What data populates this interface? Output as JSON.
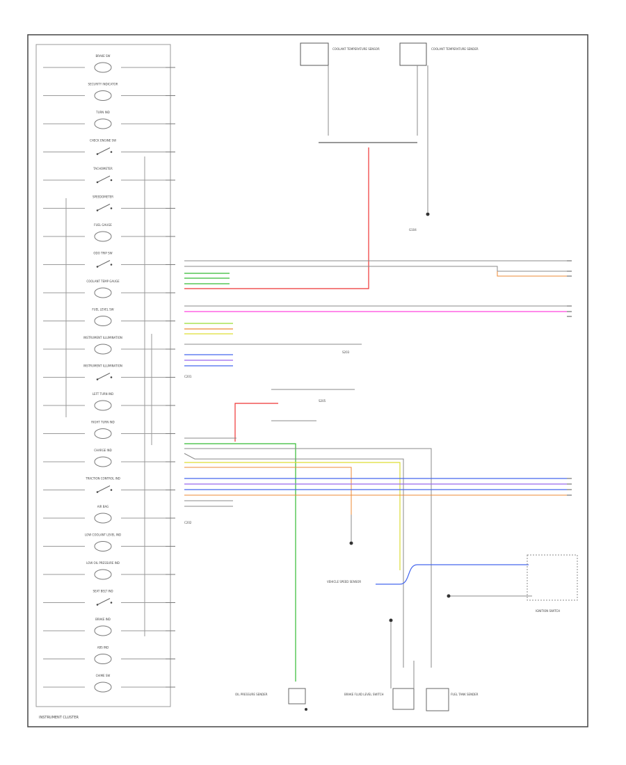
{
  "cluster": {
    "title": "INSTRUMENT CLUSTER",
    "components": [
      {
        "label": "BRAKE SW"
      },
      {
        "label": "SECURITY INDICATOR"
      },
      {
        "label": "TURN IND"
      },
      {
        "label": "CHECK ENGINE SW"
      },
      {
        "label": "TACHOMETER"
      },
      {
        "label": "SPEEDOMETER"
      },
      {
        "label": "FUEL GAUGE"
      },
      {
        "label": "ODO TRIP SW"
      },
      {
        "label": "COOLANT TEMP GAUGE"
      },
      {
        "label": "FUEL LEVEL SW"
      },
      {
        "label": "INSTRUMENT ILLUMINATION"
      },
      {
        "label": "INSTRUMENT ILLUMINATION"
      },
      {
        "label": "LEFT TURN IND"
      },
      {
        "label": "RIGHT TURN IND"
      },
      {
        "label": "CHARGE IND"
      },
      {
        "label": "TRACTION CONTROL IND"
      },
      {
        "label": "AIR BAG"
      },
      {
        "label": "LOW COOLANT LEVEL IND"
      },
      {
        "label": "LOW OIL PRESSURE IND"
      },
      {
        "label": "SEAT BELT IND"
      },
      {
        "label": "BRAKE IND"
      },
      {
        "label": "ABS IND"
      },
      {
        "label": "CHIME SW"
      }
    ]
  },
  "colors": {
    "red": "#ee3333",
    "pink": "#ff44dd",
    "green": "#33bb33",
    "blue": "#4466ee",
    "purple": "#9966ee",
    "yellow": "#dddd33",
    "orange": "#ee8833",
    "wire": "#888888"
  },
  "labels": {
    "top_left": "COOLANT TEMPERATURE SENSOR",
    "top_right": "COOLANT TEMPERATURE SENDER",
    "ground": "G104",
    "splice_upper": "S203",
    "splice_lower": "S205",
    "vss": "VEHICLE SPEED SENSOR",
    "switch_box": "IGNITION SWITCH",
    "oil_pressure": "OIL PRESSURE SENDER",
    "brake_fluid": "BRAKE FLUID LEVEL SWITCH",
    "fuel_sender": "FUEL TANK SENDER",
    "connector_upper": "C201",
    "connector_lower": "C202"
  }
}
